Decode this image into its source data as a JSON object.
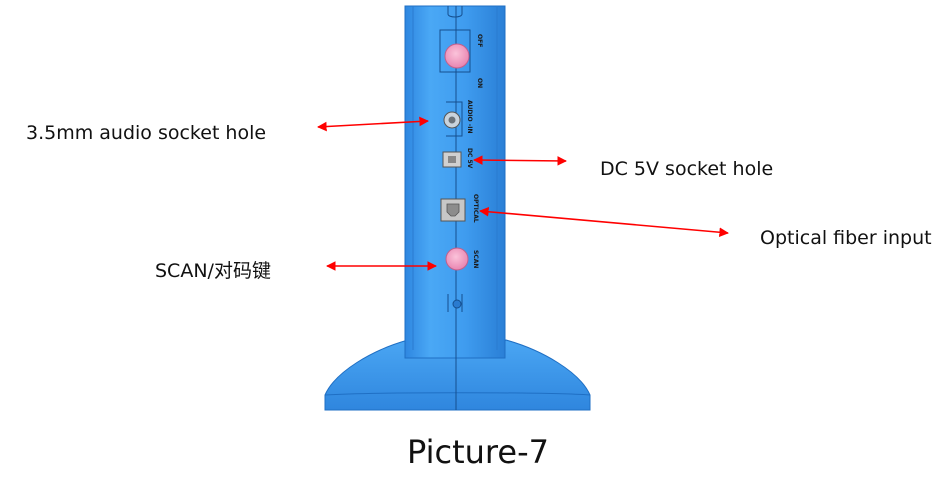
{
  "labels": {
    "audio_socket": "3.5mm audio socket hole",
    "dc_socket": "DC 5V socket hole",
    "optical_input": "Optical fiber input",
    "scan": "SCAN/对码键"
  },
  "device_markings": {
    "off": "OFF",
    "on": "ON",
    "audio_in": "AUDIO -IN",
    "dc_5v": "DC 5V",
    "optical": "OPTICAL",
    "scan": "SCAN"
  },
  "caption": "Picture-7",
  "colors": {
    "device_blue": "#3c9bf0",
    "device_edge": "#1f6fc4",
    "button_pink": "#f4a6c6",
    "arrow_red": "#ff0000"
  }
}
